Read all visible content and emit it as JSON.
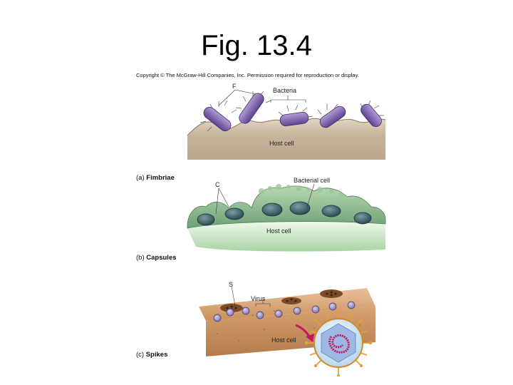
{
  "slide": {
    "title": "Fig. 13.4"
  },
  "figure": {
    "copyright": "Copyright © The McGraw-Hill Companies, Inc. Permission required for reproduction or display.",
    "panel_a": {
      "marker": "F",
      "bacteria_label": "Bacteria",
      "host_label": "Host cell",
      "caption_prefix": "(a)",
      "caption_name": "Fimbriae",
      "colors": {
        "bacteria": "#8a6cb0",
        "host": "#c9b8a0"
      }
    },
    "panel_b": {
      "marker": "C",
      "bacterial_cell_label": "Bacterial cell",
      "host_label": "Host cell",
      "caption_prefix": "(b)",
      "caption_name": "Capsules",
      "colors": {
        "capsule": "#8fbf8f",
        "cell": "#3f5f66",
        "host": "#d6ebd4"
      }
    },
    "panel_c": {
      "marker": "S",
      "virus_label": "Virus",
      "host_label": "Host cell",
      "caption_prefix": "(c)",
      "caption_name": "Spikes",
      "colors": {
        "host": "#d9a877",
        "virus": "#9a8fbf",
        "spike": "#e0a040",
        "arrow": "#c2185b"
      }
    }
  }
}
